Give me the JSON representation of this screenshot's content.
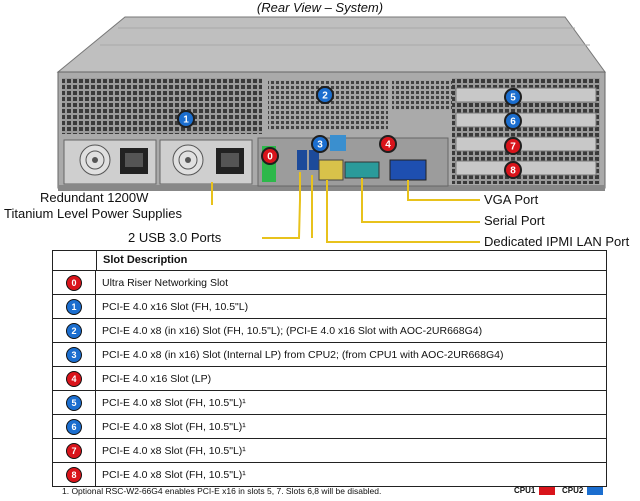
{
  "title": "(Rear View – System)",
  "colors": {
    "cpu1": "#d9141b",
    "cpu2": "#1b6ecf",
    "badge_dark": "#1f1f1f"
  },
  "slot_markers": [
    {
      "id": "0",
      "cpu": "cpu1"
    },
    {
      "id": "1",
      "cpu": "cpu2"
    },
    {
      "id": "2",
      "cpu": "cpu2"
    },
    {
      "id": "3",
      "cpu": "cpu2"
    },
    {
      "id": "4",
      "cpu": "cpu1"
    },
    {
      "id": "5",
      "cpu": "cpu2"
    },
    {
      "id": "6",
      "cpu": "cpu2"
    },
    {
      "id": "7",
      "cpu": "cpu1"
    },
    {
      "id": "8",
      "cpu": "cpu1"
    }
  ],
  "callouts": {
    "vga": "VGA Port",
    "serial": "Serial Port",
    "ipmi": "Dedicated IPMI LAN Port",
    "psu_line1": "Redundant 1200W",
    "psu_line2": "Titanium Level Power Supplies",
    "usb": "2 USB 3.0 Ports"
  },
  "table": {
    "header": "Slot Description",
    "rows": [
      {
        "slot": "0",
        "cpu": "cpu1",
        "desc": "Ultra Riser Networking Slot"
      },
      {
        "slot": "1",
        "cpu": "cpu2",
        "desc": "PCI-E 4.0 x16 Slot (FH, 10.5\"L)"
      },
      {
        "slot": "2",
        "cpu": "cpu2",
        "desc": "PCI-E 4.0 x8 (in x16) Slot (FH, 10.5\"L); (PCI-E 4.0 x16 Slot with AOC-2UR668G4)"
      },
      {
        "slot": "3",
        "cpu": "cpu2",
        "desc": "PCI-E 4.0 x8 (in x16) Slot (Internal LP) from CPU2; (from CPU1 with AOC-2UR668G4)"
      },
      {
        "slot": "4",
        "cpu": "cpu1",
        "desc": "PCI-E 4.0 x16 Slot (LP)"
      },
      {
        "slot": "5",
        "cpu": "cpu2",
        "desc": "PCI-E 4.0 x8 Slot (FH, 10.5\"L)¹"
      },
      {
        "slot": "6",
        "cpu": "cpu2",
        "desc": "PCI-E 4.0 x8 Slot (FH, 10.5\"L)¹"
      },
      {
        "slot": "7",
        "cpu": "cpu1",
        "desc": "PCI-E 4.0 x8 Slot (FH, 10.5\"L)¹"
      },
      {
        "slot": "8",
        "cpu": "cpu1",
        "desc": "PCI-E 4.0 x8 Slot (FH, 10.5\"L)¹"
      }
    ]
  },
  "footnote": "1. Optional  RSC-W2-66G4 enables  PCI-E x16 in slots 5, 7.  Slots 6,8 will be disabled.",
  "legend": {
    "cpu1_label": "CPU1",
    "cpu2_label": "CPU2"
  }
}
